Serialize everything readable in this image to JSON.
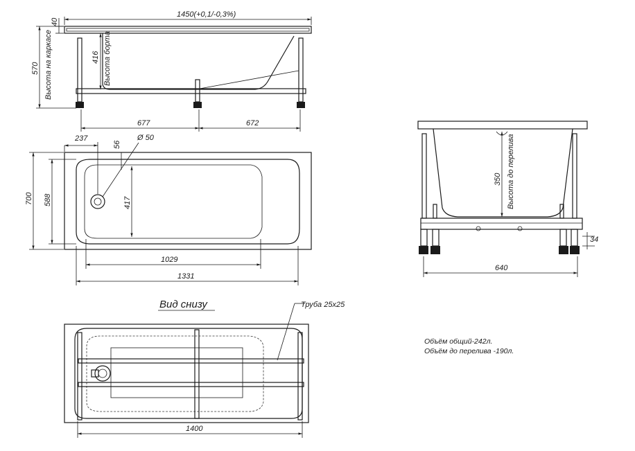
{
  "side_view": {
    "length_label": "1450(+0,1/-0,3%)",
    "rim_thickness_label": "40",
    "frame_height_label": "570",
    "frame_height_caption": "Высота на каркасе",
    "side_height_label": "416",
    "side_height_caption": "Высота борта",
    "left_leg_spacing_label": "677",
    "right_leg_spacing_label": "672"
  },
  "top_view": {
    "offset_237_label": "237",
    "offset_56_label": "56",
    "drain_diameter_label": "Ø 50",
    "outer_width_label": "700",
    "inner_width_label": "588",
    "bottom_width_label": "417",
    "bottom_length_label": "1029",
    "inner_length_label": "1331"
  },
  "end_view": {
    "overflow_height_label": "350",
    "overflow_height_caption": "Высота до перелива",
    "foot_label": "34",
    "frame_width_label": "640"
  },
  "bottom_view": {
    "heading": "Вид снизу",
    "pipe_callout": "Труба 25х25",
    "frame_length_label": "1400"
  },
  "notes": {
    "total_volume": "Объём общий-242л.",
    "overflow_volume": "Объём до перелива -190л."
  }
}
